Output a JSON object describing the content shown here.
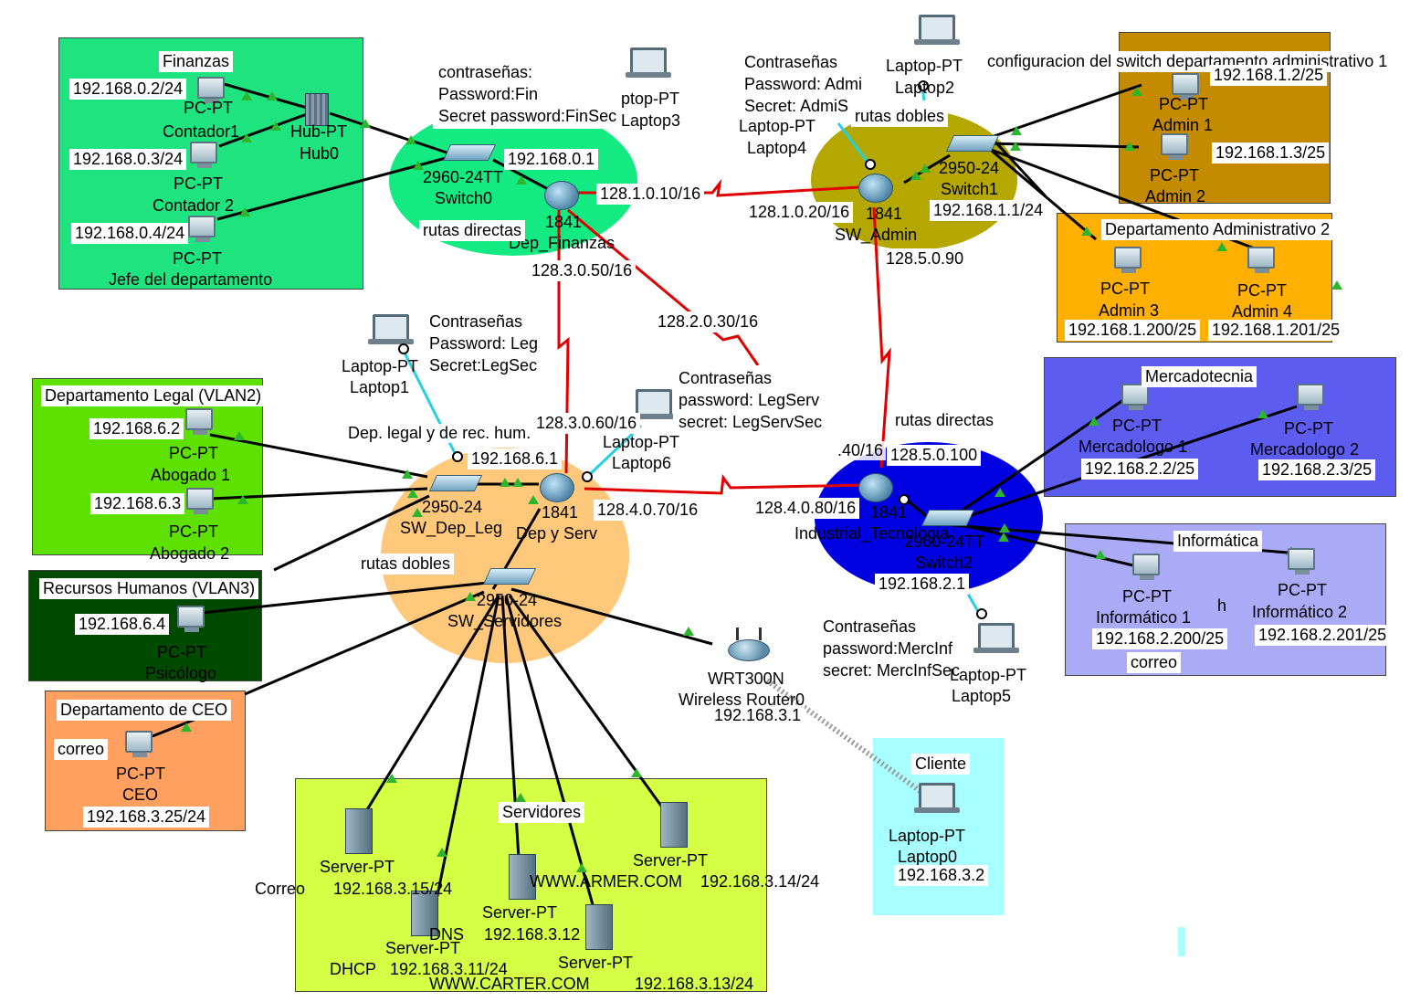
{
  "zones": {
    "finanzas": {
      "title": "Finanzas",
      "color": "#1ee37e"
    },
    "admin1": {
      "title": "configuracion del switch departamento administrativo 1",
      "color": "#c48a00"
    },
    "admin2": {
      "title": "Departamento Administrativo 2",
      "color": "#ffb000"
    },
    "legal": {
      "title": "Departamento Legal (VLAN2)",
      "color": "#5ee000"
    },
    "rrhh": {
      "title": "Recursos Humanos (VLAN3)",
      "color": "#004a00"
    },
    "ceo": {
      "title": "Departamento de CEO",
      "color": "#ff9f60"
    },
    "servidores": {
      "title": "Servidores",
      "color": "#d4ff44"
    },
    "cliente": {
      "title": "Cliente",
      "color": "#a8ffff"
    },
    "mercadotecnia": {
      "title": "Mercadotecnia",
      "color": "#5c5cf0"
    },
    "informatica": {
      "title": "Informática",
      "color": "#aaaaf6"
    }
  },
  "devices": {
    "contador1": {
      "type": "PC-PT",
      "name": "Contador1",
      "ip": "192.168.0.2/24"
    },
    "contador2": {
      "type": "PC-PT",
      "name": "Contador 2",
      "ip": "192.168.0.3/24"
    },
    "jefe": {
      "type": "PC-PT",
      "name": "Jefe del departamento",
      "ip": "192.168.0.4/24"
    },
    "hub0": {
      "type": "Hub-PT",
      "name": "Hub0"
    },
    "switch0": {
      "type": "2960-24TT",
      "name": "Switch0"
    },
    "r_finanzas": {
      "type": "1841",
      "name": "Dep_Finanzas"
    },
    "laptop3": {
      "type": "Laptop-PT",
      "name": "Laptop3"
    },
    "laptop2": {
      "type": "Laptop-PT",
      "name": "Laptop2"
    },
    "laptop4": {
      "type": "Laptop-PT",
      "name": "Laptop4"
    },
    "r_admin": {
      "type": "1841",
      "name": "SW_Admin"
    },
    "switch1": {
      "type": "2950-24",
      "name": "Switch1"
    },
    "admin1pc": {
      "type": "PC-PT",
      "name": "Admin 1",
      "ip": "192.168.1.2/25"
    },
    "admin2pc": {
      "type": "PC-PT",
      "name": "Admin 2",
      "ip": "192.168.1.3/25"
    },
    "admin3pc": {
      "type": "PC-PT",
      "name": "Admin 3",
      "ip": "192.168.1.200/25"
    },
    "admin4pc": {
      "type": "PC-PT",
      "name": "Admin 4",
      "ip": "192.168.1.201/25"
    },
    "laptop1": {
      "type": "Laptop-PT",
      "name": "Laptop1"
    },
    "abogado1": {
      "type": "PC-PT",
      "name": "Abogado 1",
      "ip": "192.168.6.2"
    },
    "abogado2": {
      "type": "PC-PT",
      "name": "Abogado 2",
      "ip": "192.168.6.3"
    },
    "psicologo": {
      "type": "PC-PT",
      "name": "Psicólogo",
      "ip": "192.168.6.4"
    },
    "sw_dep_leg": {
      "type": "2950-24",
      "name": "SW_Dep_Leg"
    },
    "r_depserv": {
      "type": "1841",
      "name": "Dep y Serv"
    },
    "laptop6": {
      "type": "Laptop-PT",
      "name": "Laptop6"
    },
    "sw_servidores": {
      "type": "2950-24",
      "name": "SW_Servidores"
    },
    "ceo": {
      "type": "PC-PT",
      "name": "CEO",
      "ip": "192.168.3.25/24",
      "extra": "correo"
    },
    "wrt": {
      "type": "WRT300N",
      "name": "Wireless Router0",
      "ip": "192.168.3.1"
    },
    "laptop0": {
      "type": "Laptop-PT",
      "name": "Laptop0",
      "ip": "192.168.3.2"
    },
    "r_industrial": {
      "type": "1841",
      "name": "Industrial_Tecnologia"
    },
    "switch2": {
      "type": "2960-24TT",
      "name": "Switch2"
    },
    "laptop5": {
      "type": "Laptop-PT",
      "name": "Laptop5"
    },
    "merc1": {
      "type": "PC-PT",
      "name": "Mercadologo 1",
      "ip": "192.168.2.2/25"
    },
    "merc2": {
      "type": "PC-PT",
      "name": "Mercadologo 2",
      "ip": "192.168.2.3/25"
    },
    "inf1": {
      "type": "PC-PT",
      "name": "Informático 1",
      "ip": "192.168.2.200/25",
      "extra": "correo"
    },
    "inf2": {
      "type": "PC-PT",
      "name": "Informático 2",
      "ip": "192.168.2.201/25"
    },
    "srv_correo": {
      "type": "Server-PT",
      "ip": "192.168.3.15/24",
      "role": "Correo"
    },
    "srv_dhcp": {
      "type": "Server-PT",
      "ip": "192.168.3.11/24",
      "role": "DHCP"
    },
    "srv_dns": {
      "type": "Server-PT",
      "ip": "192.168.3.12",
      "role": "DNS"
    },
    "srv_armer": {
      "type": "Server-PT",
      "ip": "192.168.3.14/24",
      "role": "WWW.ARMER.COM"
    },
    "srv_carter": {
      "type": "Server-PT",
      "ip": "192.168.3.13/24",
      "role": "WWW.CARTER.COM"
    }
  },
  "links": {
    "fin_gw": "192.168.0.1",
    "fin_admin_a": "128.1.0.10/16",
    "fin_admin_b": "128.1.0.20/16",
    "fin_legal_a": "128.3.0.50/16",
    "fin_legal_b": "128.3.0.60/16",
    "fin_ind": "128.2.0.30/16",
    "ind_a": ".40/16",
    "admin_ind_a": "128.5.0.90",
    "admin_ind_b": "128.5.0.100",
    "legal_gw": "192.168.6.1",
    "legal_ind_a": "128.4.0.70/16",
    "legal_ind_b": "128.4.0.80/16",
    "admin_gw": "192.168.1.1/24",
    "inf_gw": "192.168.2.1"
  },
  "notes": {
    "fin_pw": "contraseñas:\nPassword:Fin\nSecret password:FinSec",
    "admin_pw": "Contraseñas\nPassword: Admi\nSecret: AdmiS",
    "legal_pw": "Contraseñas\nPassword: Leg\nSecret:LegSec",
    "serv_pw": "Contraseñas\npassword: LegServ\nsecret: LegServSec",
    "inf_pw": "Contraseñas\npassword:MercInf\nsecret: MercInfSec"
  },
  "routing": {
    "fin": "rutas directas",
    "admin": "rutas dobles",
    "legal": "rutas dobles",
    "ind": "rutas directas",
    "legal_title": "Dep. legal y de rec. hum.",
    "stray_h": "h"
  },
  "colors": {
    "wan": "#e00000",
    "lan": "#000000",
    "console": "#23d1e0",
    "wireless": "#888888",
    "port": "#2db52d"
  }
}
